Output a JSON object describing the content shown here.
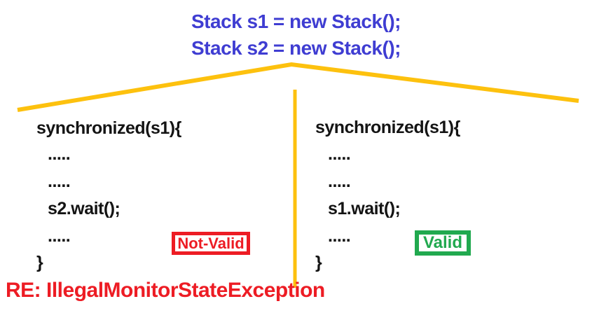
{
  "colors": {
    "title_blue": "#3f3dd2",
    "connector_yellow": "#fdc10e",
    "invalid_red": "#ed1c24",
    "valid_green": "#21a94f",
    "code_black": "#141414",
    "badge_bg": "#ffffff"
  },
  "title": {
    "line1": "Stack s1 = new Stack();",
    "line2": "Stack s2 = new Stack();"
  },
  "left_branch": {
    "lines": [
      "synchronized(s1){",
      ".....",
      ".....",
      "s2.wait();",
      ".....",
      "}"
    ],
    "badge_label": "Not-Valid"
  },
  "right_branch": {
    "lines": [
      "synchronized(s1){",
      ".....",
      ".....",
      "s1.wait();",
      ".....",
      "}"
    ],
    "badge_label": "Valid"
  },
  "footer": {
    "exception_label": "RE: IllegalMonitorStateException"
  }
}
